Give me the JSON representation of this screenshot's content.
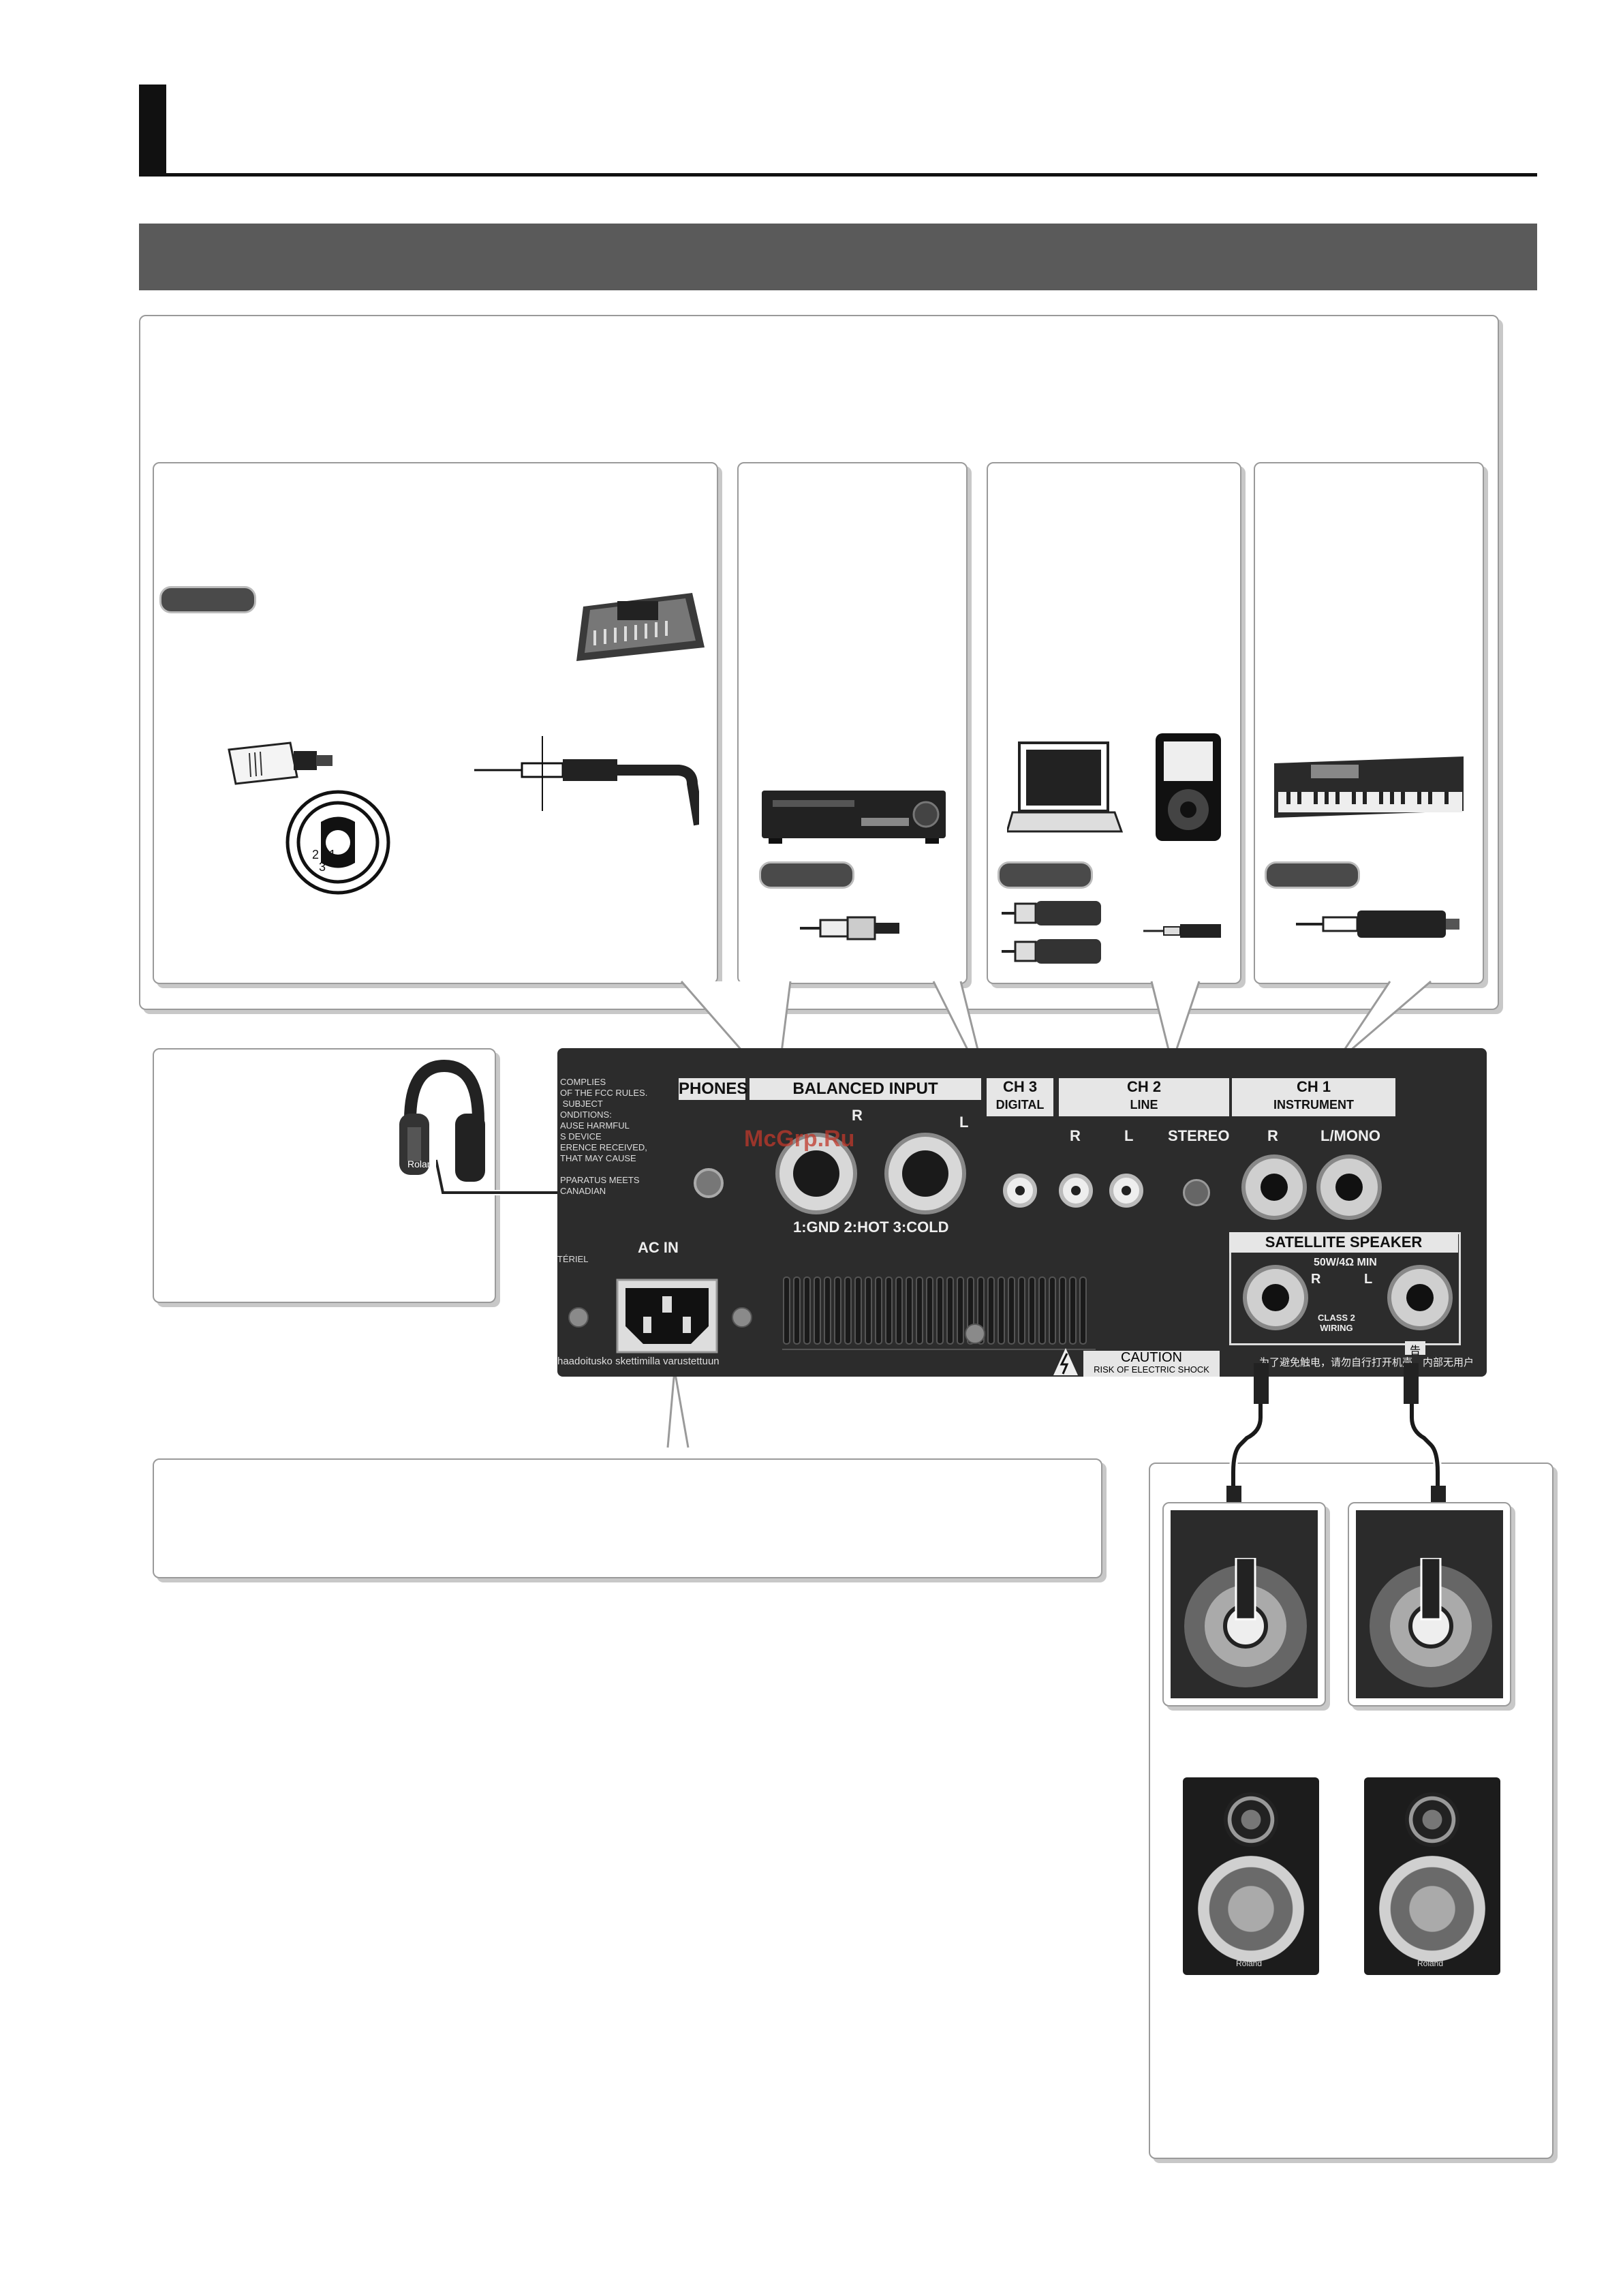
{
  "watermark": "McGrp.Ru",
  "panel": {
    "fcc_text": "COMPLIES\nOF THE FCC RULES.\n SUBJECT\nONDITIONS:\nAUSE HARMFUL\nS DEVICE\nERENCE RECEIVED,\nTHAT MAY CAUSE\n\nPPARATUS MEETS\nCANADIAN",
    "phones_label": "PHONES",
    "balanced_label": "BALANCED INPUT",
    "balanced_r": "R",
    "balanced_l": "L",
    "pin_label": "1:GND  2:HOT  3:COLD",
    "ch3_label": "CH 3",
    "ch3_sub": "DIGITAL",
    "ch2_label": "CH 2",
    "ch2_sub": "LINE",
    "ch2_r": "R",
    "ch2_l": "L",
    "ch2_stereo": "STEREO",
    "ch1_label": "CH 1",
    "ch1_sub": "INSTRUMENT",
    "ch1_r": "R",
    "ch1_lmono": "L/MONO",
    "ac_in_label": "AC IN",
    "materiel": "TÉRIEL",
    "finnish_text": "haadoitusko skettimilla varustettuun",
    "satellite_label": "SATELLITE SPEAKER",
    "satellite_spec": "50W/4Ω MIN",
    "sat_r": "R",
    "sat_l": "L",
    "class2": "CLASS 2\nWIRING",
    "caution_title": "CAUTION",
    "caution_text": "RISK OF ELECTRIC SHOCK",
    "chinese_text": "为了避免触电，请勿自行打开机壳，内部无用户",
    "chinese_head": "告"
  },
  "xlr_pins": "2   1\n  3",
  "headphone_brand": "Roland",
  "speaker_brand": "Roland"
}
